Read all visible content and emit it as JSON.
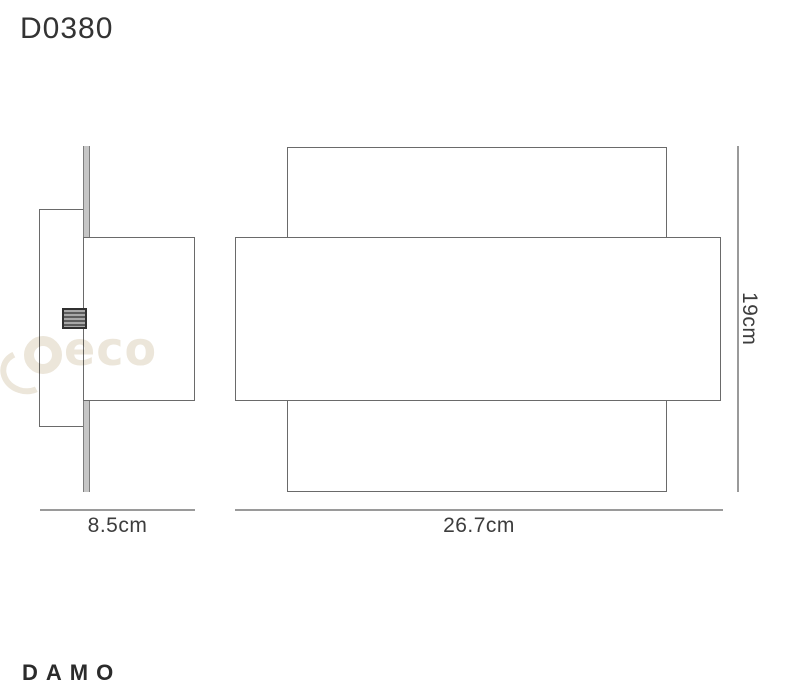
{
  "header": {
    "model_code": "D0380"
  },
  "drawing": {
    "side_view": {
      "description": "side elevation of wall lamp: wall plate, back box, shade, mounting knob"
    },
    "front_view": {
      "description": "front elevation of wall lamp: back panel with wide wrap-around shade"
    }
  },
  "dimensions": {
    "depth": "8.5cm",
    "width": "26.7cm",
    "height": "19cm"
  },
  "watermark": {
    "text": "eco",
    "meaning": "Deco brand watermark"
  },
  "footer": {
    "brand": "DAMO"
  },
  "colors": {
    "outline": "#6a6a6a",
    "dimension_line": "#9a9a9a",
    "label_text": "#3d3d3d",
    "title_text": "#333333",
    "plate_fill": "#c6c6c6",
    "knob_border": "#303030",
    "watermark": "#ece6da",
    "brand_text": "#2b2b2b",
    "background": "#ffffff"
  }
}
